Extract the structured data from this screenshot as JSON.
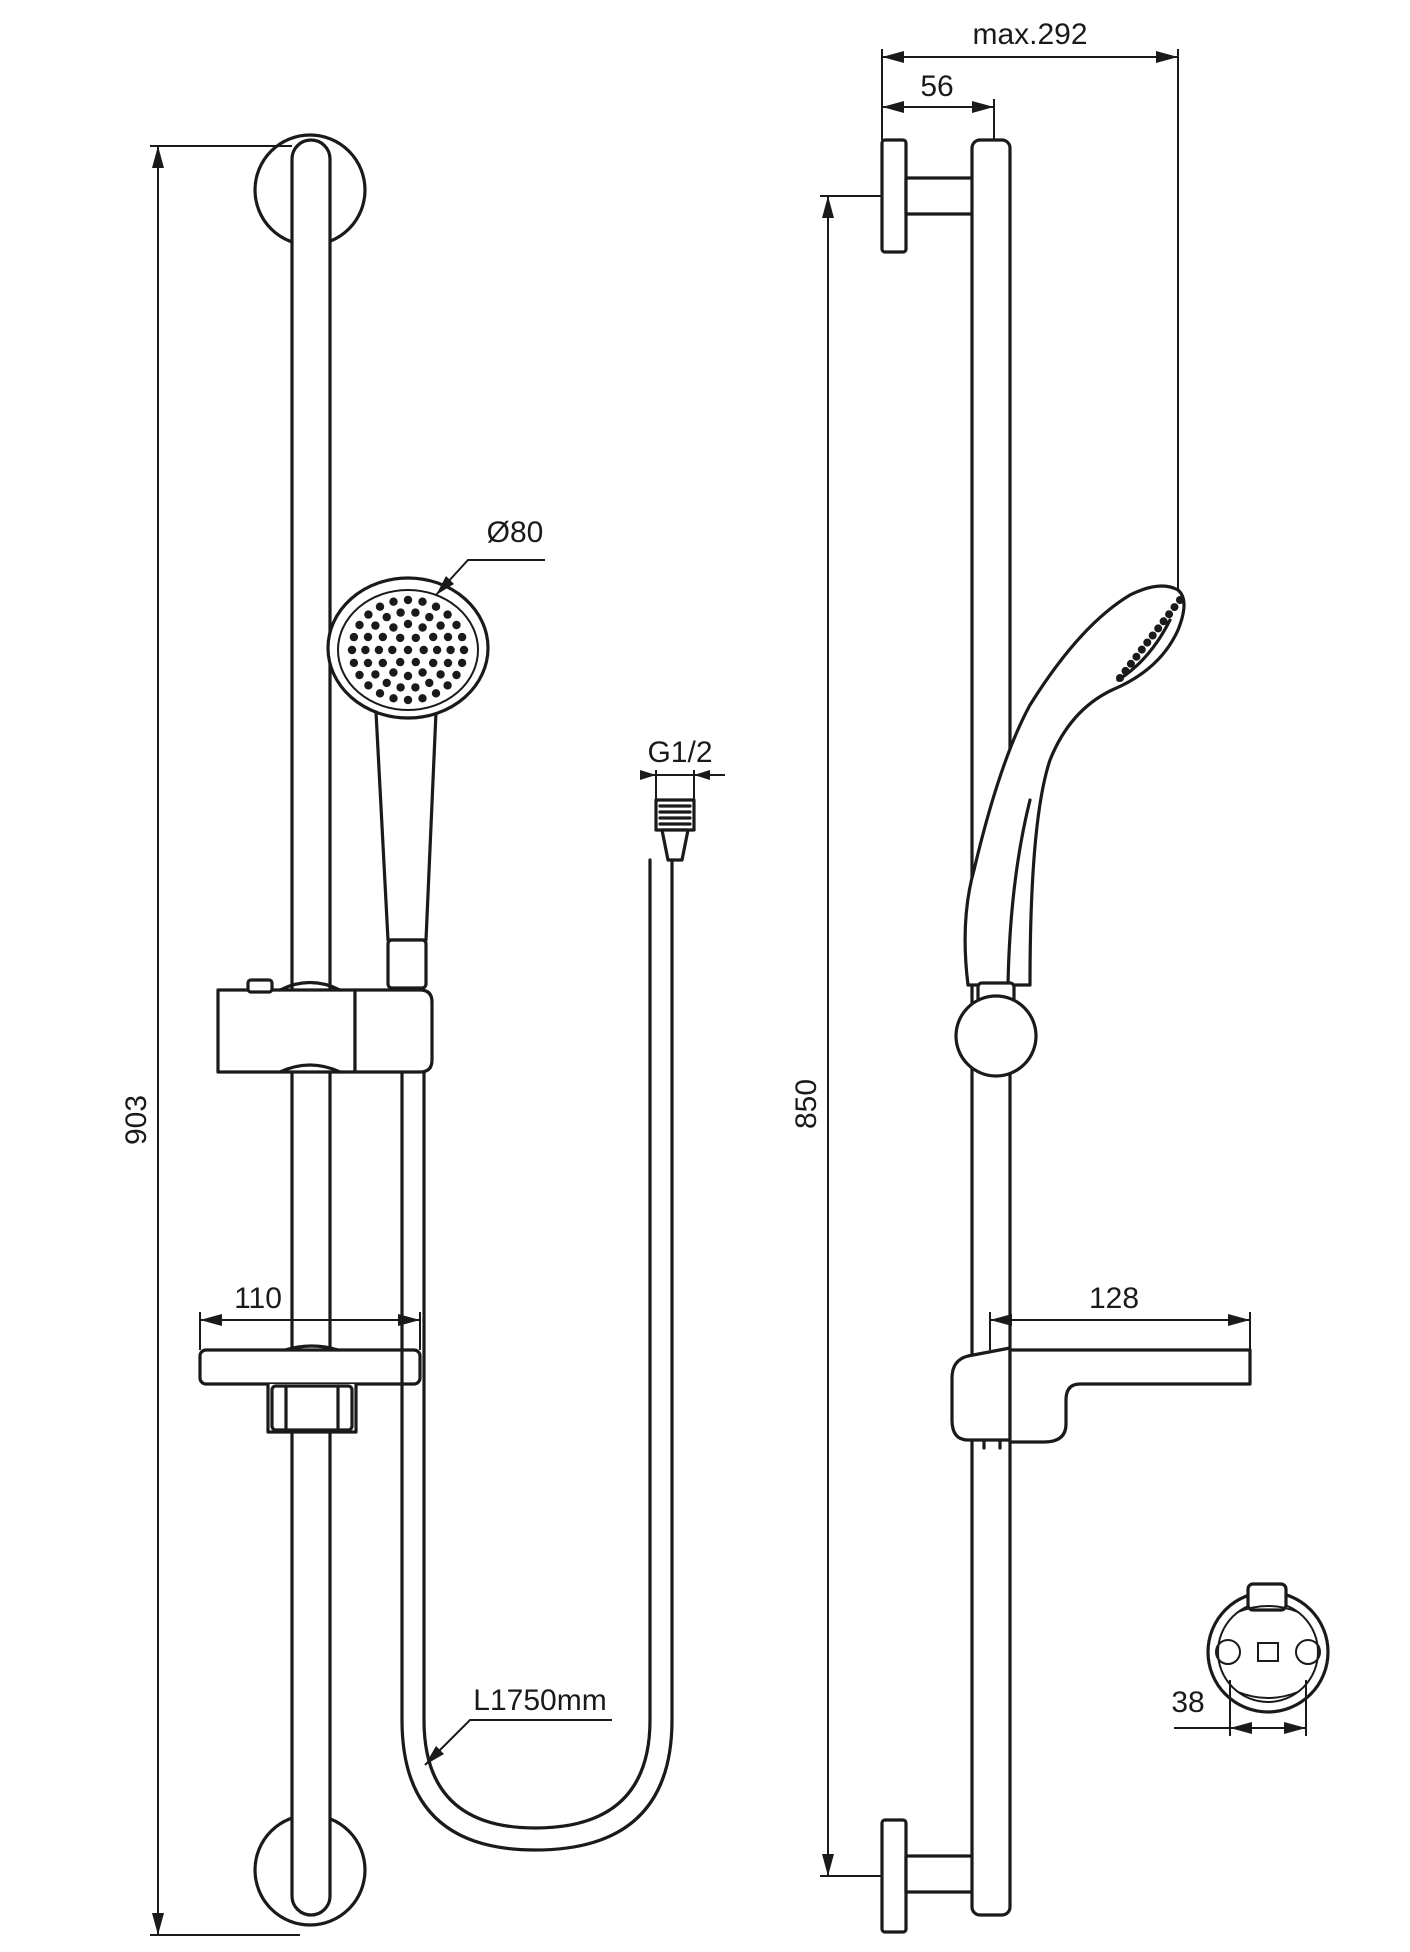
{
  "dimensions": {
    "overall_height": "903",
    "rail_length": "850",
    "max_projection": "max.292",
    "bracket_offset": "56",
    "handshower_diameter": "Ø80",
    "connection_thread": "G1/2",
    "soap_dish_left": "110",
    "soap_dish_right": "128",
    "hose_length": "L1750mm",
    "rail_diameter": "38"
  },
  "colors": {
    "line": "#1a1a1a",
    "background": "#ffffff"
  }
}
